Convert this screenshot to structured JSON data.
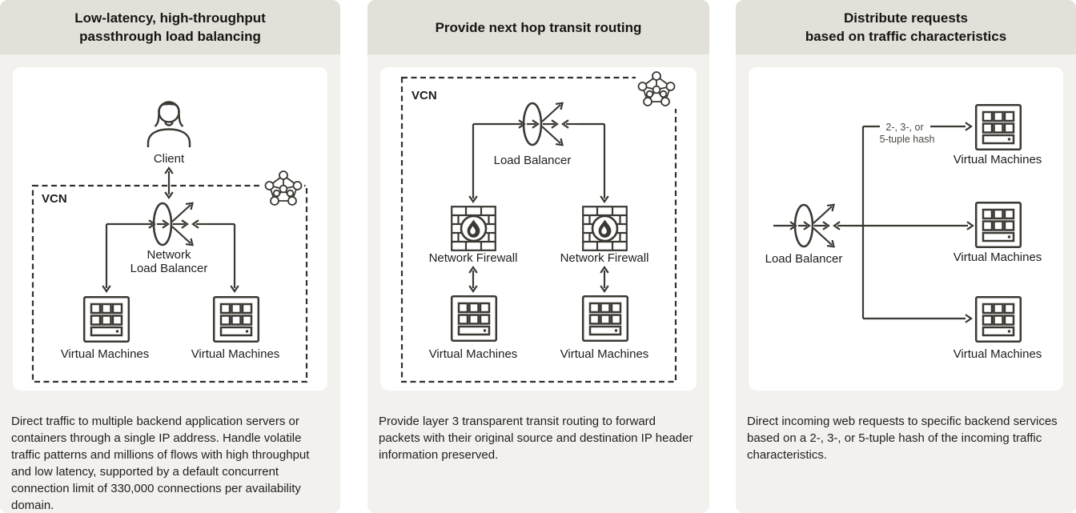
{
  "colors": {
    "panel_header_bg": "#e3e0da",
    "panel_body_bg": "#f3f1ee",
    "card_bg": "#ffffff",
    "diagram_stroke": "#3c3833",
    "text": "#1f1d1b"
  },
  "icons": {
    "client": "person-silhouette-icon",
    "vcn": "network-mesh-pentagon-icon",
    "load_balancer": "ellipse-fanout-arrows-icon",
    "virtual_machine": "server-grid-icon",
    "network_firewall": "brick-wall-flame-icon"
  },
  "panels": [
    {
      "title_lines": [
        "Low-latency, high-throughput",
        "passthrough load balancing"
      ],
      "diagram": {
        "client_label": "Client",
        "vcn_label": "VCN",
        "lb_label_line1": "Network",
        "lb_label_line2": "Load Balancer",
        "vm_left_label": "Virtual Machines",
        "vm_right_label": "Virtual Machines"
      },
      "description": "Direct traffic to multiple backend application servers or containers through a single IP address. Handle volatile traffic patterns and millions of flows with high throughput and low latency, supported by a default concurrent connection limit of 330,000 connections per availability domain."
    },
    {
      "title_lines": [
        "Provide next hop transit routing"
      ],
      "diagram": {
        "vcn_label": "VCN",
        "lb_label": "Load Balancer",
        "firewall_left_label": "Network Firewall",
        "firewall_right_label": "Network Firewall",
        "vm_left_label": "Virtual Machines",
        "vm_right_label": "Virtual Machines"
      },
      "description": "Provide layer 3 transparent transit routing to forward packets with their original source and destination IP header information preserved."
    },
    {
      "title_lines": [
        "Distribute requests",
        "based on traffic characteristics"
      ],
      "diagram": {
        "hash_label_line1": "2-, 3-, or",
        "hash_label_line2": "5-tuple hash",
        "lb_label": "Load Balancer",
        "vm_top_label": "Virtual Machines",
        "vm_middle_label": "Virtual Machines",
        "vm_bottom_label": "Virtual Machines"
      },
      "description": "Direct incoming web requests to specific backend services based on a 2-, 3-, or 5-tuple hash of the incoming traffic characteristics."
    }
  ]
}
